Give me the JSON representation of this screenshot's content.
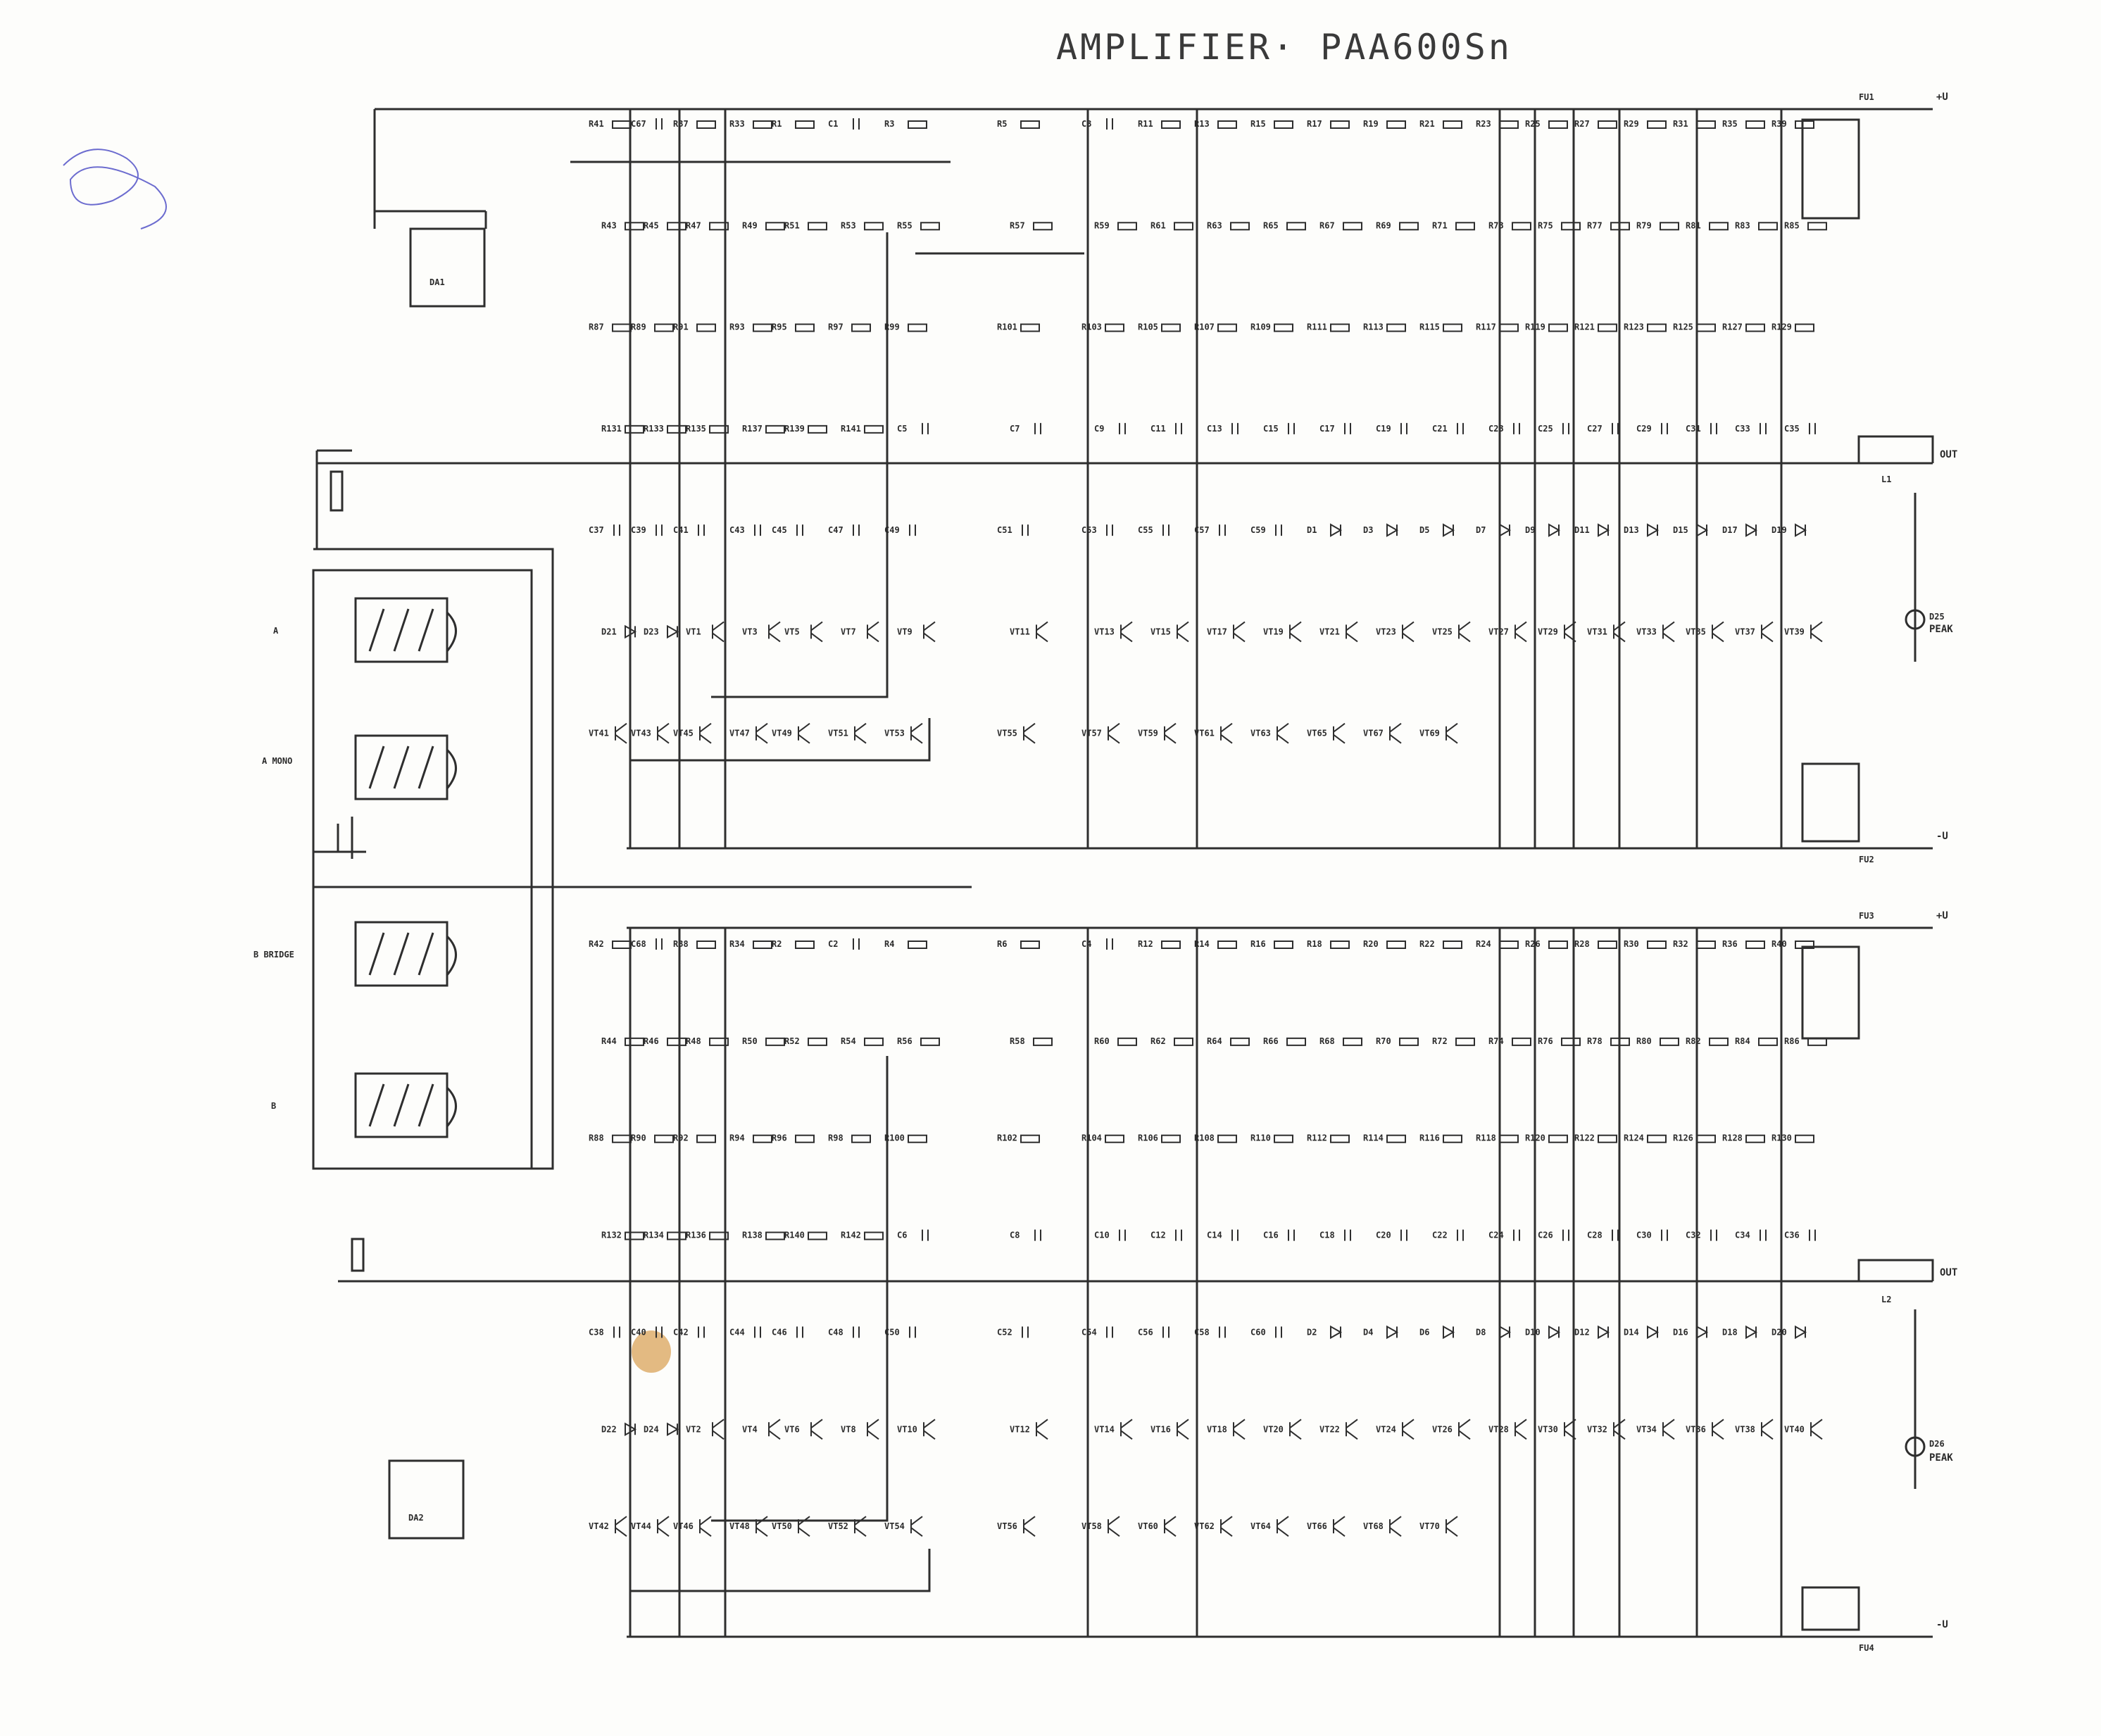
{
  "title": "AMPLIFIER· PAA600Sn",
  "rails": {
    "pos_top": "+U",
    "neg_top": "-U",
    "pos_bottom": "+U",
    "neg_bottom": "-U",
    "fuse1": "FU1",
    "fuse2": "FU2",
    "fuse3": "FU3",
    "fuse4": "FU4"
  },
  "outputs": {
    "out_top": "OUT",
    "out_bottom": "OUT",
    "peak_top": "PEAK",
    "peak_bottom": "PEAK",
    "led_top": "D25",
    "led_bottom": "D26",
    "coil_top": "L1",
    "coil_bottom": "L2"
  },
  "mode_switch": {
    "a": "A",
    "mono": "A\nMONO",
    "bridge": "B\nBRIDGE",
    "b": "B"
  },
  "ics": {
    "top": "DA1",
    "bottom": "DA2"
  },
  "ch_top": {
    "labels": [
      "R41",
      "C67",
      "R37",
      "R33",
      "R1",
      "C1",
      "R3",
      "R5",
      "C3",
      "R11",
      "R13",
      "R15",
      "R17",
      "R19",
      "R21",
      "R23",
      "R25",
      "R27",
      "R29",
      "R31",
      "R35",
      "R39",
      "R43",
      "R45",
      "R47",
      "R49",
      "R51",
      "R53",
      "R55",
      "R57",
      "R59",
      "R61",
      "R63",
      "R65",
      "R67",
      "R69",
      "R71",
      "R73",
      "R75",
      "R77",
      "R79",
      "R81",
      "R83",
      "R85",
      "R87",
      "R89",
      "R91",
      "R93",
      "R95",
      "R97",
      "R99",
      "R101",
      "R103",
      "R105",
      "R107",
      "R109",
      "R111",
      "R113",
      "R115",
      "R117",
      "R119",
      "R121",
      "R123",
      "R125",
      "R127",
      "R129",
      "R131",
      "R133",
      "R135",
      "R137",
      "R139",
      "R141",
      "C5",
      "C7",
      "C9",
      "C11",
      "C13",
      "C15",
      "C17",
      "C19",
      "C21",
      "C23",
      "C25",
      "C27",
      "C29",
      "C31",
      "C33",
      "C35",
      "C37",
      "C39",
      "C41",
      "C43",
      "C45",
      "C47",
      "C49",
      "C51",
      "C53",
      "C55",
      "C57",
      "C59",
      "D1",
      "D3",
      "D5",
      "D7",
      "D9",
      "D11",
      "D13",
      "D15",
      "D17",
      "D19",
      "D21",
      "D23",
      "VT1",
      "VT3",
      "VT5",
      "VT7",
      "VT9",
      "VT11",
      "VT13",
      "VT15",
      "VT17",
      "VT19",
      "VT21",
      "VT23",
      "VT25",
      "VT27",
      "VT29",
      "VT31",
      "VT33",
      "VT35",
      "VT37",
      "VT39",
      "VT41",
      "VT43",
      "VT45",
      "VT47",
      "VT49",
      "VT51",
      "VT53",
      "VT55",
      "VT57",
      "VT59",
      "VT61",
      "VT63",
      "VT65",
      "VT67",
      "VT69"
    ]
  },
  "ch_bottom": {
    "labels": [
      "R42",
      "C68",
      "R38",
      "R34",
      "R2",
      "C2",
      "R4",
      "R6",
      "C4",
      "R12",
      "R14",
      "R16",
      "R18",
      "R20",
      "R22",
      "R24",
      "R26",
      "R28",
      "R30",
      "R32",
      "R36",
      "R40",
      "R44",
      "R46",
      "R48",
      "R50",
      "R52",
      "R54",
      "R56",
      "R58",
      "R60",
      "R62",
      "R64",
      "R66",
      "R68",
      "R70",
      "R72",
      "R74",
      "R76",
      "R78",
      "R80",
      "R82",
      "R84",
      "R86",
      "R88",
      "R90",
      "R92",
      "R94",
      "R96",
      "R98",
      "R100",
      "R102",
      "R104",
      "R106",
      "R108",
      "R110",
      "R112",
      "R114",
      "R116",
      "R118",
      "R120",
      "R122",
      "R124",
      "R126",
      "R128",
      "R130",
      "R132",
      "R134",
      "R136",
      "R138",
      "R140",
      "R142",
      "C6",
      "C8",
      "C10",
      "C12",
      "C14",
      "C16",
      "C18",
      "C20",
      "C22",
      "C24",
      "C26",
      "C28",
      "C30",
      "C32",
      "C34",
      "C36",
      "C38",
      "C40",
      "C42",
      "C44",
      "C46",
      "C48",
      "C50",
      "C52",
      "C54",
      "C56",
      "C58",
      "C60",
      "D2",
      "D4",
      "D6",
      "D8",
      "D10",
      "D12",
      "D14",
      "D16",
      "D18",
      "D20",
      "D22",
      "D24",
      "VT2",
      "VT4",
      "VT6",
      "VT8",
      "VT10",
      "VT12",
      "VT14",
      "VT16",
      "VT18",
      "VT20",
      "VT22",
      "VT24",
      "VT26",
      "VT28",
      "VT30",
      "VT32",
      "VT34",
      "VT36",
      "VT38",
      "VT40",
      "VT42",
      "VT44",
      "VT46",
      "VT48",
      "VT50",
      "VT52",
      "VT54",
      "VT56",
      "VT58",
      "VT60",
      "VT62",
      "VT64",
      "VT66",
      "VT68",
      "VT70"
    ]
  },
  "colors": {
    "ink": "#2e2e2e",
    "paper": "#fdfdfb",
    "stain": "#d9a35a",
    "pen": "#6c6ccf"
  }
}
